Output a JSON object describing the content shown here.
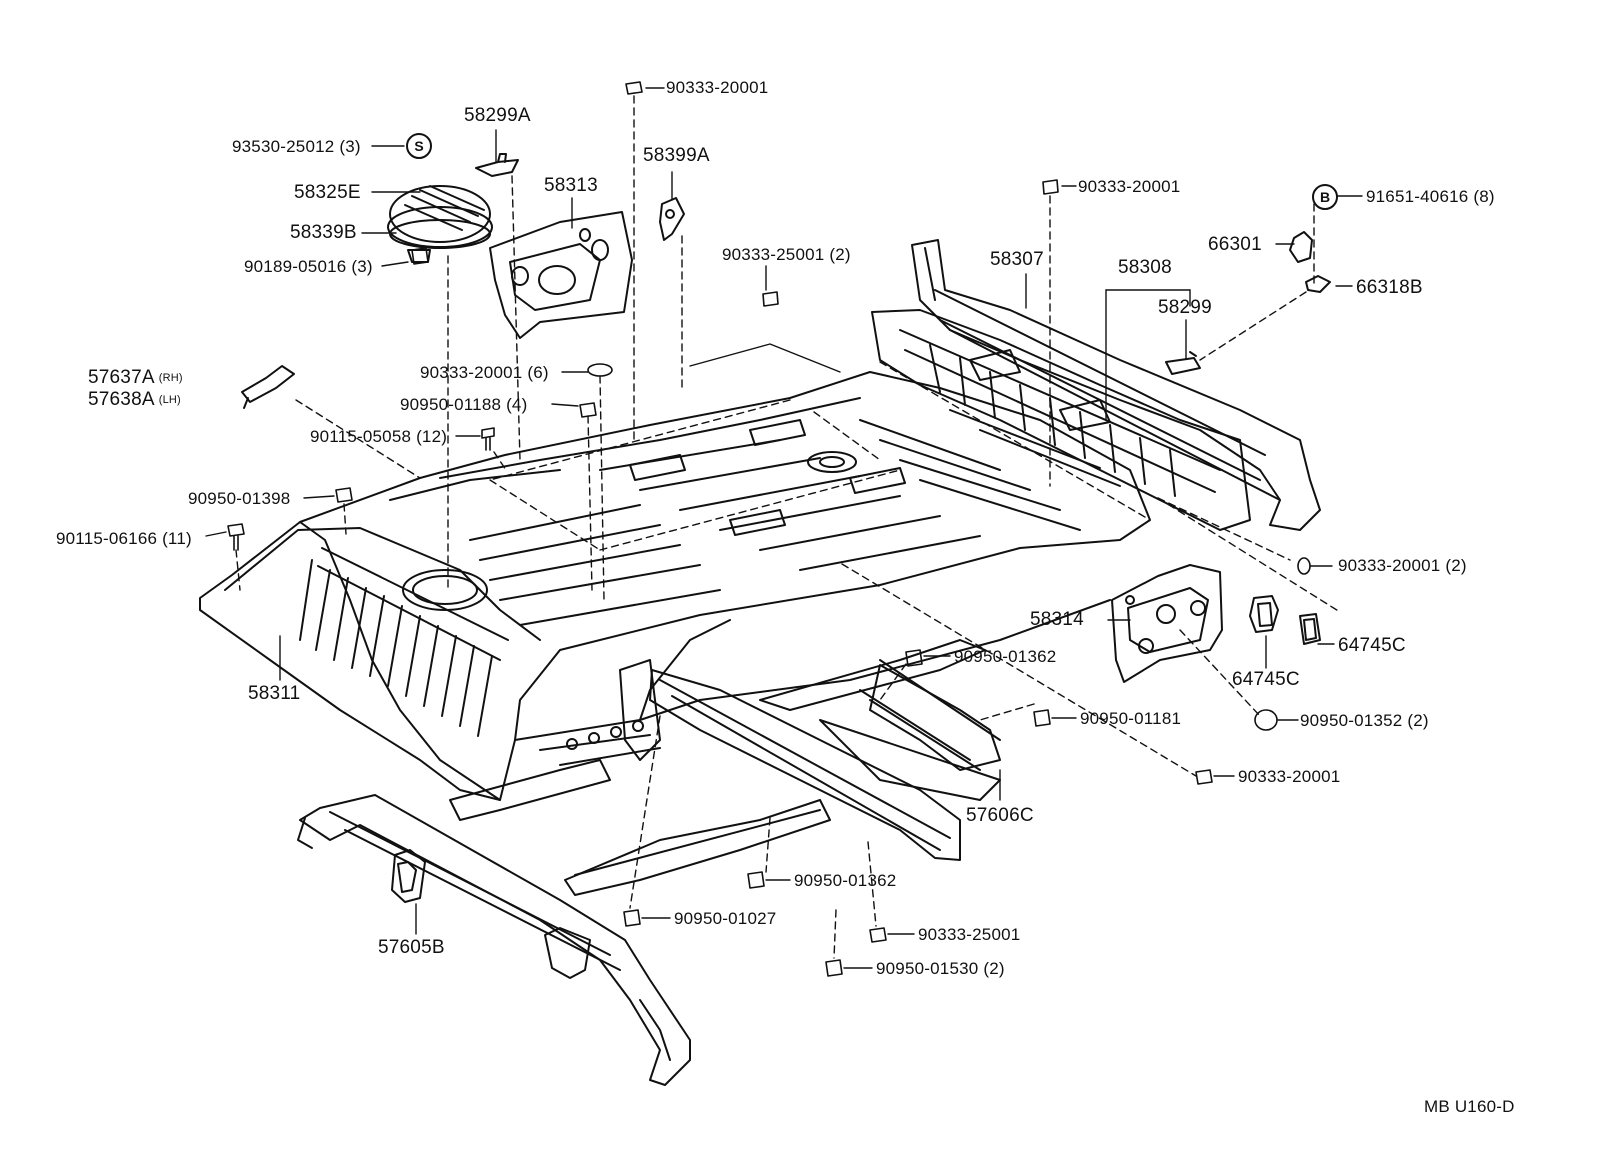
{
  "diagram_code": "MB U160-D",
  "symbols": {
    "s": "S",
    "b": "B"
  },
  "labels": {
    "p93530": "93530-25012 (3)",
    "p58325e": "58325E",
    "p58339b": "58339B",
    "p90189": "90189-05016 (3)",
    "p58299a": "58299A",
    "p58313": "58313",
    "p90333_top": "90333-20001",
    "p58399a": "58399A",
    "p90333_25001_2": "90333-25001 (2)",
    "p57637a": "57637A",
    "p57637a_side": "(RH)",
    "p57638a": "57638A",
    "p57638a_side": "(LH)",
    "p90333_6": "90333-20001 (6)",
    "p90950_01188": "90950-01188 (4)",
    "p90115_05058": "90115-05058 (12)",
    "p90950_01398": "90950-01398",
    "p90115_06166": "90115-06166 (11)",
    "p58311": "58311",
    "p90333_mid": "90333-20001",
    "p58307": "58307",
    "p58308": "58308",
    "p58299": "58299",
    "p91651": "91651-40616 (8)",
    "p66301": "66301",
    "p66318b": "66318B",
    "p90333_2": "90333-20001 (2)",
    "p58314": "58314",
    "p64745c_r": "64745C",
    "p64745c_l": "64745C",
    "p90950_01362_a": "90950-01362",
    "p90950_01181": "90950-01181",
    "p90950_01352": "90950-01352 (2)",
    "p90333_low": "90333-20001",
    "p57606c": "57606C",
    "p90950_01362_b": "90950-01362",
    "p90950_01027": "90950-01027",
    "p90333_25001": "90333-25001",
    "p90950_01530": "90950-01530 (2)",
    "p57605b": "57605B"
  }
}
